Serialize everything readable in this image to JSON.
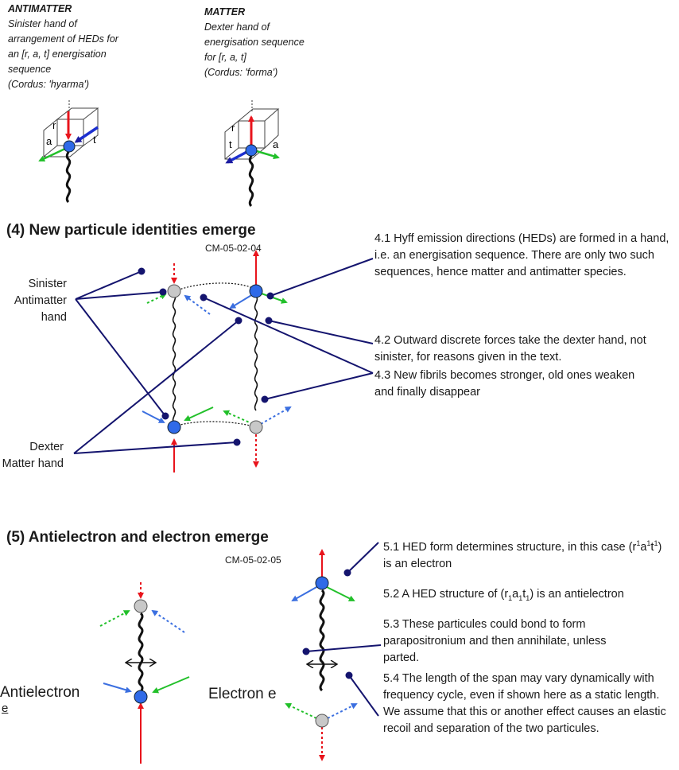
{
  "top": {
    "antimatter": {
      "heading": "ANTIMATTER",
      "lines": [
        "Sinister hand of",
        "arrangement of HEDs for",
        "an [r, a, t] energisation",
        "sequence",
        "(Cordus: 'hyarma')"
      ],
      "cube_labels": {
        "r": "r",
        "a": "a",
        "t": "t"
      }
    },
    "matter": {
      "heading": "MATTER",
      "lines": [
        "Dexter hand of",
        "energisation sequence",
        "for [r, a, t]",
        "(Cordus: 'forma')"
      ],
      "cube_labels": {
        "r": "r",
        "a": "a",
        "t": "t"
      }
    }
  },
  "section4": {
    "title": "(4) New particule identities emerge",
    "code": "CM-05-02-04",
    "sinister_label": [
      "Sinister",
      "Antimatter",
      "hand"
    ],
    "dexter_label": [
      "Dexter",
      "Matter hand"
    ],
    "notes": [
      "4.1 Hyff emission directions (HEDs) are formed in a hand, i.e. an energisation sequence. There are only two such sequences, hence matter and antimatter species.",
      "4.2 Outward discrete forces take the dexter hand, not sinister, for reasons given in the text.",
      "4.3 New fibrils becomes stronger, old ones weaken and finally disappear"
    ]
  },
  "section5": {
    "title": "(5) Antielectron and electron emerge",
    "code": "CM-05-02-05",
    "antielectron_label": [
      "Antielectron",
      "e"
    ],
    "electron_label": "Electron e",
    "notes": {
      "n1": {
        "a": "5.1 HED form determines structure, in this case (r",
        "b": "1",
        "c": "a",
        "d": "1",
        "e": "t",
        "f": "1",
        "g": ") is an electron"
      },
      "n2": {
        "a": "5.2 A HED structure of (r",
        "b": "1",
        "c": "a",
        "d": "1",
        "e": "t",
        "f": "1",
        "g": ") is an antielectron"
      },
      "n3": "5.3 These particules could bond to form parapositronium and then annihilate, unless parted.",
      "n4": "5.4 The length of the span may vary dynamically with frequency cycle, even if shown here as a static length. We assume that this or another effect causes an elastic recoil and separation of the two particules."
    }
  },
  "colors": {
    "red": "#e8141c",
    "green": "#22c02a",
    "blue": "#3b6fe0",
    "navy": "#14146e",
    "dot_blue": "#2f6ae8",
    "dot_grey": "#c8c8c8"
  }
}
